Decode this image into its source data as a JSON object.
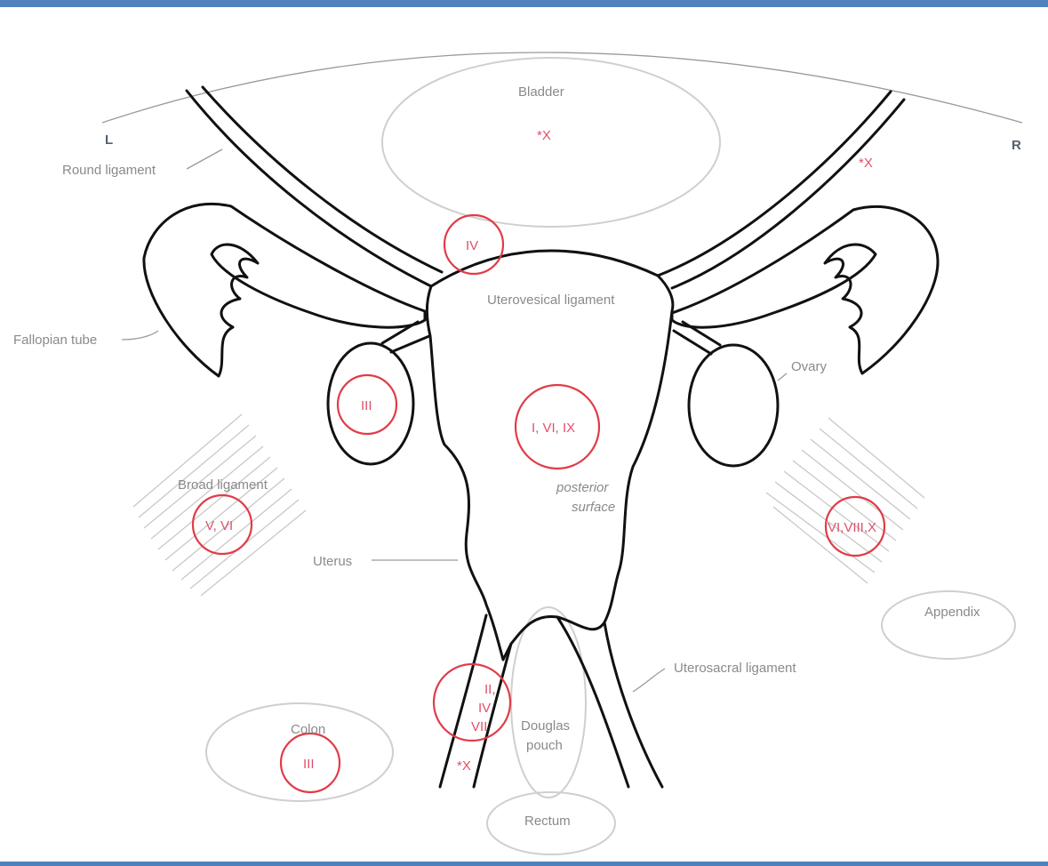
{
  "colors": {
    "frame_bar": "#4f81bd",
    "anatomy_outline": "#111111",
    "organ_outline": "#cfcfcf",
    "site_circle": "#e03c48",
    "site_text": "#e0506a",
    "label_text": "#8a8a8a"
  },
  "sides": {
    "left": "L",
    "right": "R"
  },
  "labels": {
    "bladder": "Bladder",
    "round_ligament": "Round ligament",
    "fallopian_tube": "Fallopian tube",
    "broad_ligament": "Broad ligament",
    "uterus": "Uterus",
    "colon": "Colon",
    "uterovesical_ligament": "Uterovesical ligament",
    "ovary": "Ovary",
    "posterior_surface_line1": "posterior",
    "posterior_surface_line2": "surface",
    "appendix": "Appendix",
    "uterosacral_ligament": "Uterosacral ligament",
    "douglas_pouch_line1": "Douglas",
    "douglas_pouch_line2": "pouch",
    "rectum": "Rectum"
  },
  "sites": {
    "bladder_mark": "*X",
    "right_round_ligament_mark": "*X",
    "uterovesical": "IV",
    "left_ovary": "III",
    "uterus_body": "I, VI, IX",
    "left_broad_ligament": "V, VI",
    "right_broad_ligament": "VI,VIII,X",
    "uterosacral_line1": "II,",
    "uterosacral_line2": "IV",
    "uterosacral_line3": "VII",
    "uterosacral_mark": "*X",
    "colon": "III"
  }
}
